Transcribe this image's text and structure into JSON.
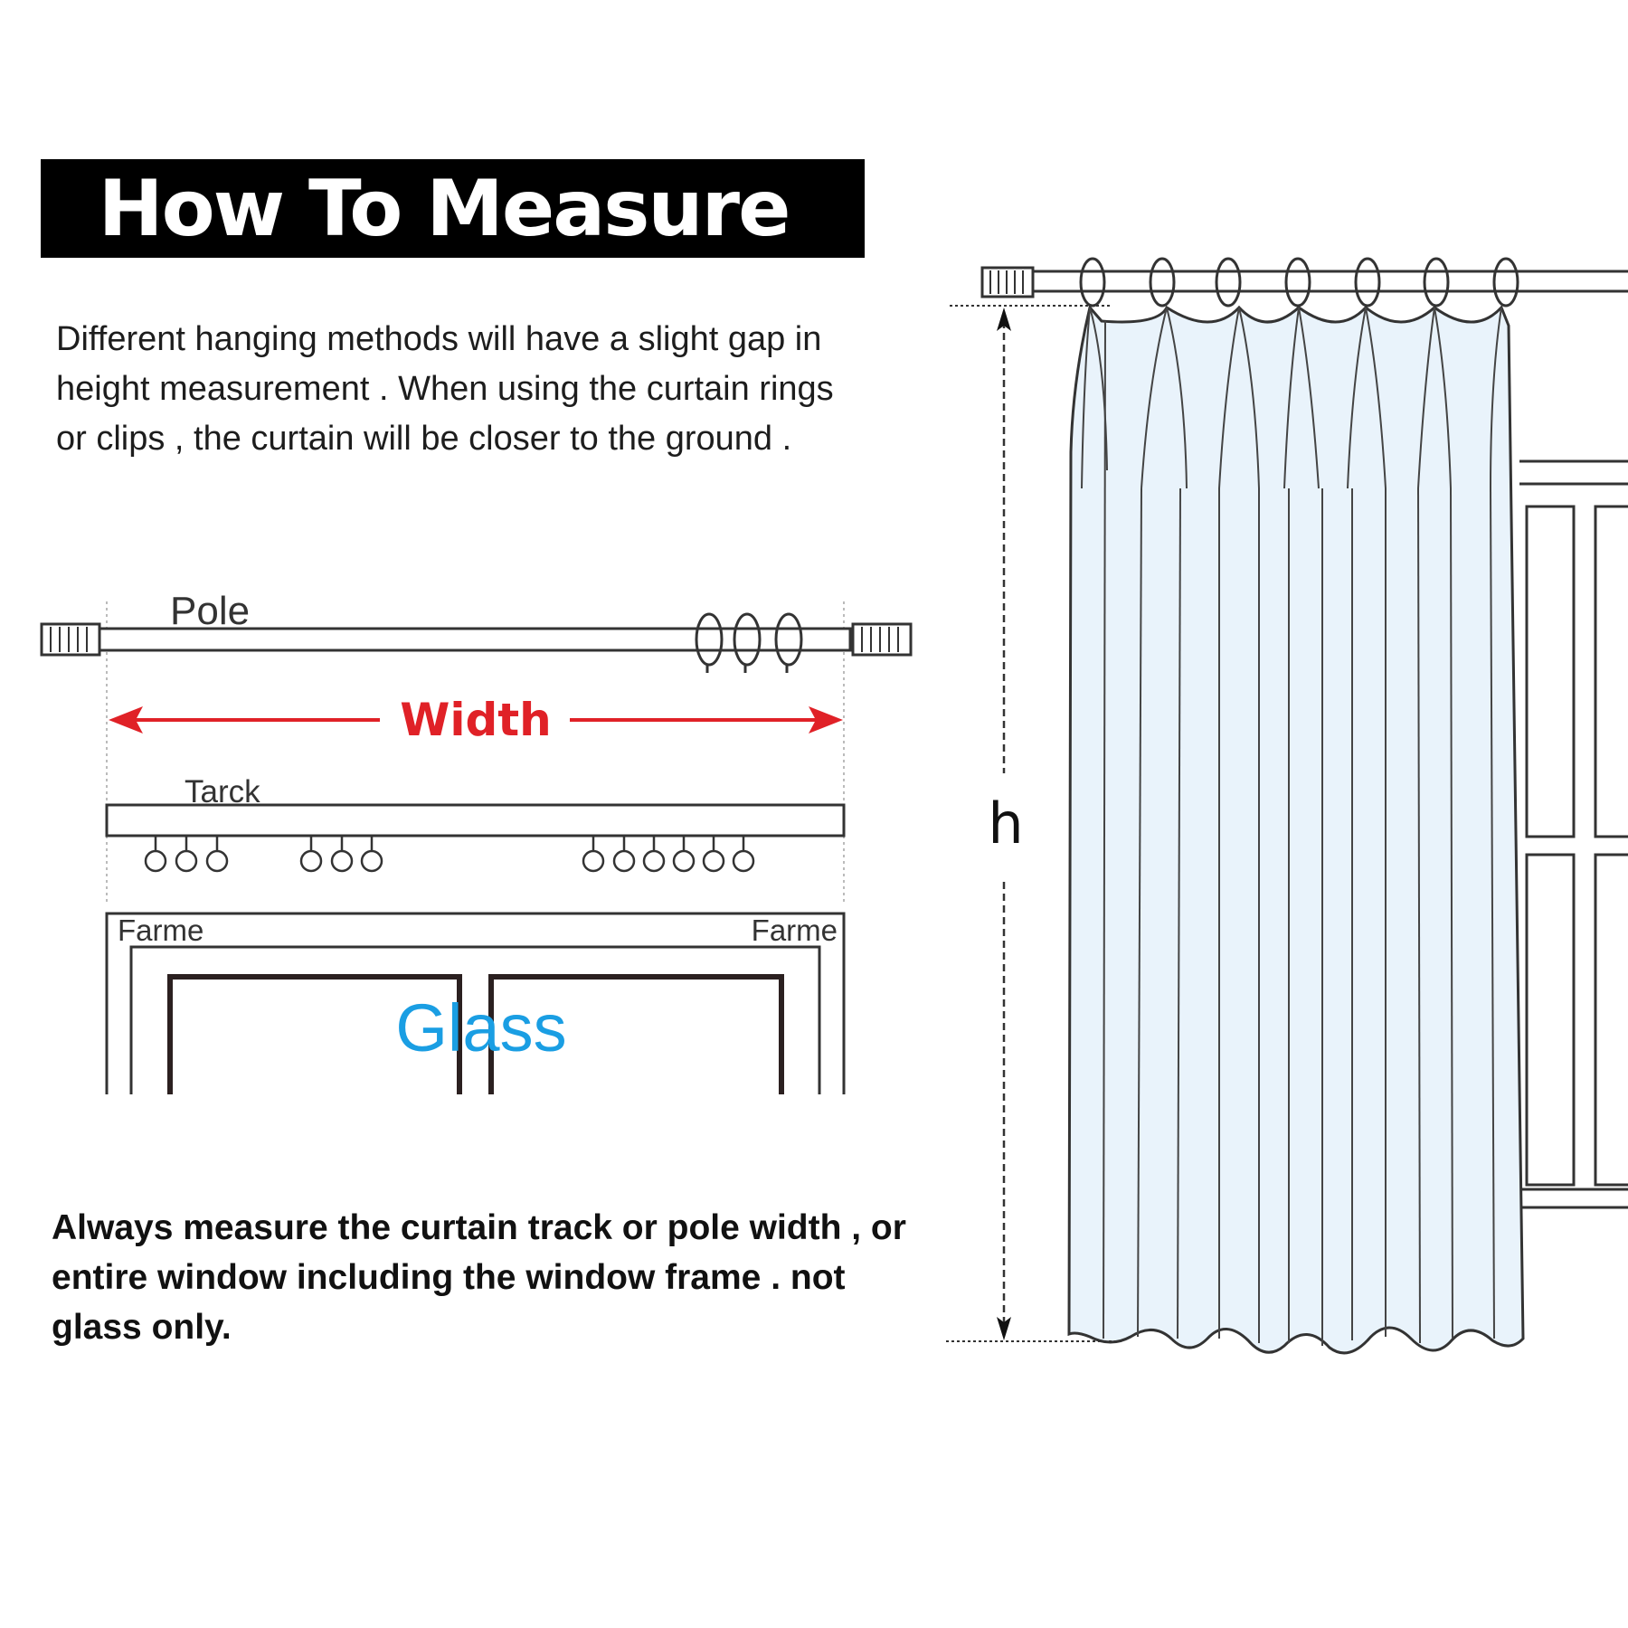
{
  "title": "How To Measure",
  "intro": "Different hanging methods will have a slight gap in height measurement . When using the curtain rings or clips , the curtain will be closer to the ground .",
  "diagram": {
    "pole_label": "Pole",
    "width_label": "Width",
    "track_label": "Tarck",
    "frame_left_label": "Farme",
    "frame_right_label": "Farme",
    "glass_label": "Glass",
    "height_label": "h"
  },
  "note": "Always measure the curtain track or pole width , or entire window including the window frame . not glass only.",
  "colors": {
    "title_bg": "#000000",
    "width_arrow": "#e02127",
    "glass_text": "#1a9ee3",
    "curtain_fill": "#e9f3fb"
  }
}
